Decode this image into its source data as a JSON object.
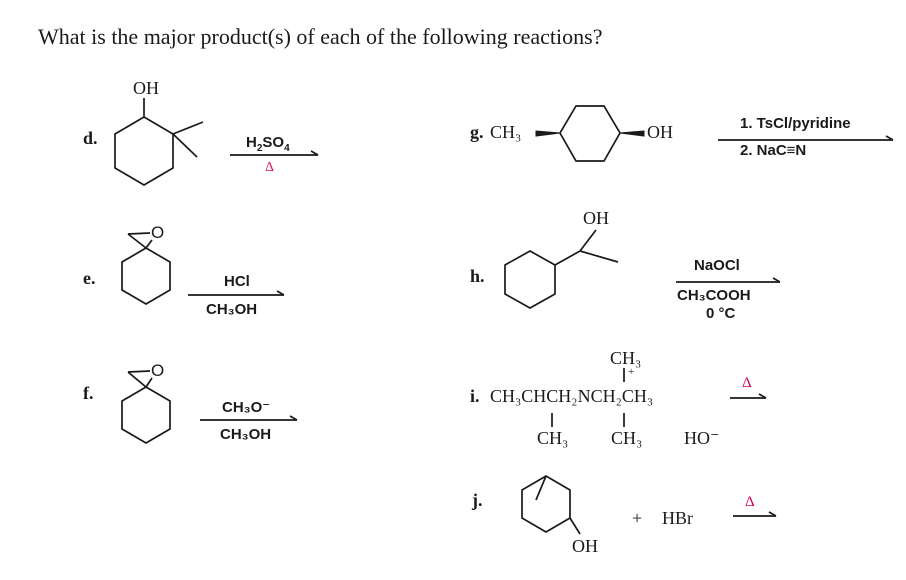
{
  "question": "What is the major product(s) of each of the following reactions?",
  "problems": {
    "d": {
      "label": "d.",
      "oh": "OH",
      "reagent_top": "H",
      "reagent_top_sub1": "2",
      "reagent_top_mid": "SO",
      "reagent_top_sub2": "4",
      "reagent_bottom": "Δ"
    },
    "e": {
      "label": "e.",
      "epoxide_o": "O",
      "reagent_top": "HCl",
      "reagent_bottom": "CH₃OH"
    },
    "f": {
      "label": "f.",
      "epoxide_o": "O",
      "reagent_top": "CH₃O⁻",
      "reagent_bottom": "CH₃OH"
    },
    "g": {
      "label": "g.",
      "left_group": "CH₃",
      "right_group": "OH",
      "reagent_1": "1. TsCl/pyridine",
      "reagent_2": "2. NaC≡N"
    },
    "h": {
      "label": "h.",
      "oh": "OH",
      "reagent_top": "NaOCl",
      "reagent_mid": "CH₃COOH",
      "reagent_bottom": "0 °C"
    },
    "i": {
      "label": "i.",
      "top_ch3": "CH₃",
      "plus": "+",
      "main_chain": "CH₃CHCH₂NCH₂CH₃",
      "bottom_ch3_left": "CH₃",
      "bottom_ch3_right": "CH₃",
      "base": "HO⁻",
      "reagent_top": "Δ"
    },
    "j": {
      "label": "j.",
      "oh": "OH",
      "plus": "+",
      "reagent": "HBr",
      "reagent_top": "Δ"
    }
  }
}
